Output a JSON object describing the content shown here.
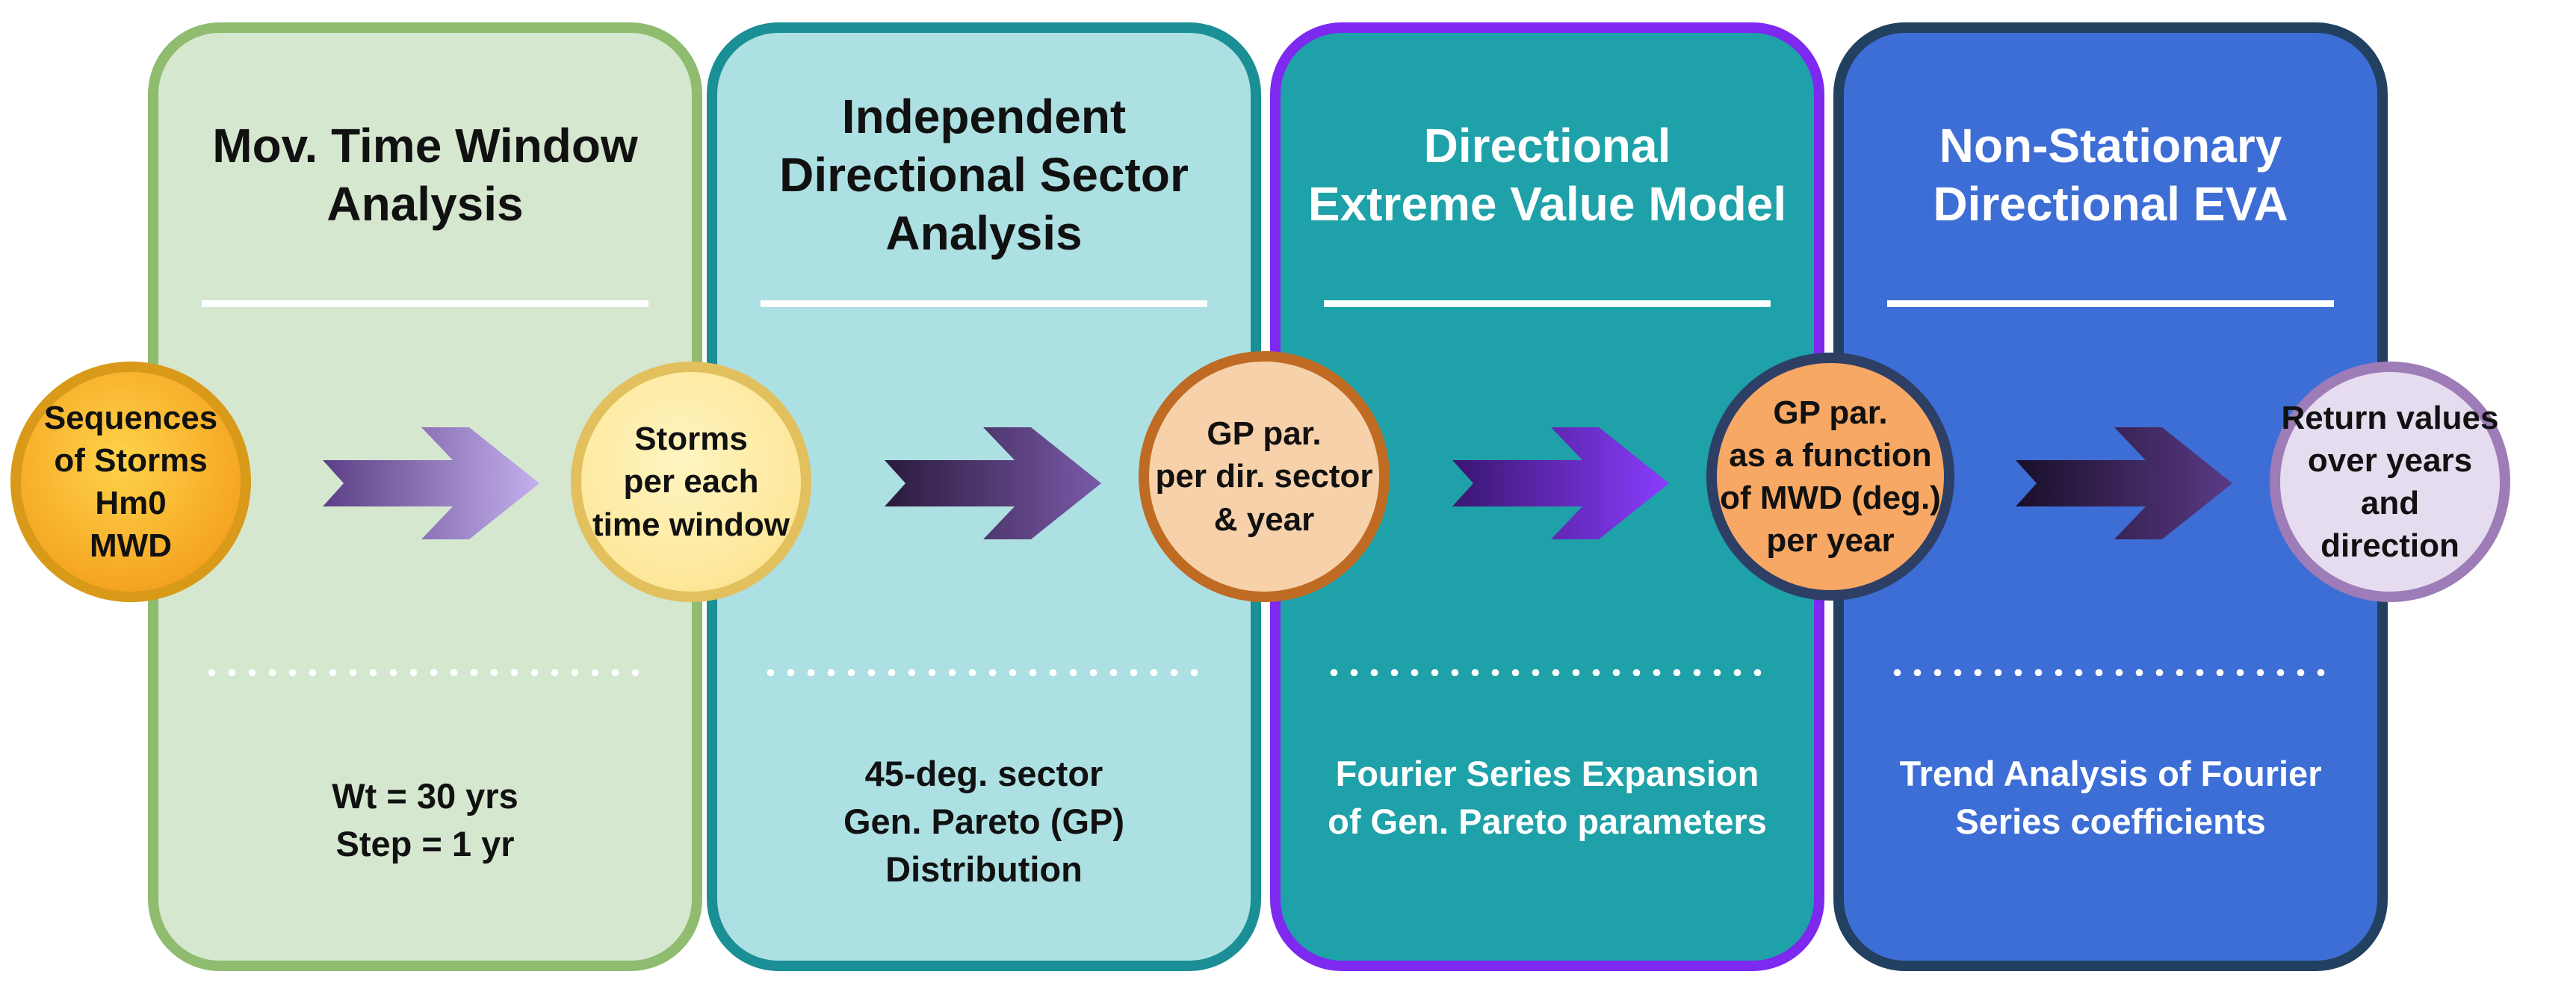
{
  "panels": [
    {
      "title": "Mov. Time Window\nAnalysis",
      "note": "Wt = 30 yrs\nStep = 1 yr"
    },
    {
      "title": "Independent\nDirectional Sector\nAnalysis",
      "note": "45-deg. sector\nGen. Pareto (GP)\nDistribution"
    },
    {
      "title": "Directional\nExtreme Value Model",
      "note": "Fourier Series Expansion\nof Gen. Pareto parameters"
    },
    {
      "title": "Non-Stationary\nDirectional EVA",
      "note": "Trend Analysis of Fourier\nSeries coefficients"
    }
  ],
  "nodes": [
    {
      "label": "Sequences\nof Storms\nHm0\nMWD"
    },
    {
      "label": "Storms\nper each\ntime window"
    },
    {
      "label": "GP par.\nper dir. sector\n& year"
    },
    {
      "label": "GP par.\nas a function\nof MWD (deg.)\nper year"
    },
    {
      "label": "Return values\nover years and\ndirection"
    }
  ],
  "colors": {
    "panel1_bg": "#d6e7d0",
    "panel2_bg": "#ade0e2",
    "panel3_bg": "#1ea1a8",
    "panel4_bg": "#3d6ed6",
    "arrow1": "#a98fd8",
    "arrow2": "#4a2d6e",
    "arrow3": "#7a2cf0",
    "arrow4": "#3a1d5e"
  },
  "icons": [
    "right-arrow-icon",
    "right-arrow-icon",
    "right-arrow-icon",
    "right-arrow-icon"
  ]
}
